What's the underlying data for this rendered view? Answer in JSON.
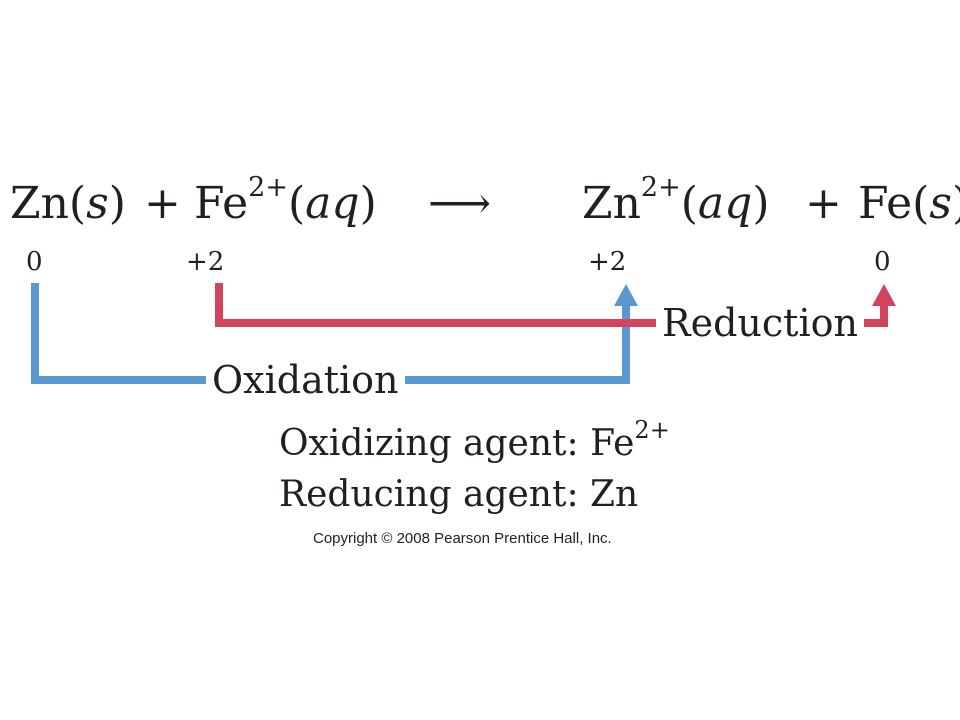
{
  "equation": {
    "zn_reactant": "Zn",
    "zn_reactant_state": "s",
    "plus_1": "+",
    "fe_ion": "Fe",
    "fe_ion_charge": "2+",
    "fe_ion_state": "aq",
    "arrow": "⟶",
    "zn_ion": "Zn",
    "zn_ion_charge": "2+",
    "zn_ion_state": "aq",
    "plus_2": "+",
    "fe_product": "Fe",
    "fe_product_state": "s"
  },
  "oxidation_numbers": {
    "zn_reactant": "0",
    "fe_ion": "+2",
    "zn_ion": "+2",
    "fe_product": "0"
  },
  "labels": {
    "reduction": "Reduction",
    "oxidation": "Oxidation"
  },
  "agents": {
    "oxidizing_label": "Oxidizing agent: ",
    "oxidizing_species": "Fe",
    "oxidizing_charge": "2+",
    "reducing_label": "Reducing agent: ",
    "reducing_species": "Zn"
  },
  "copyright": "Copyright © 2008 Pearson Prentice Hall, Inc.",
  "colors": {
    "oxidation_arrow": "#5b97d1",
    "reduction_arrow": "#d2435e",
    "text": "#231f20"
  }
}
